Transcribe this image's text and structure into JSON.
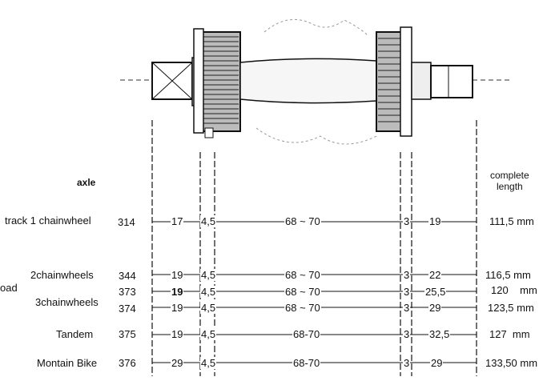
{
  "headers": {
    "axle": "axle",
    "complete": "complete",
    "length": "length"
  },
  "group_label": "oad",
  "rows": [
    {
      "name": "track 1 chainwheel",
      "code": "314",
      "a": "17",
      "b": "4,5",
      "c": "68 ~ 70",
      "d": "3",
      "e": "19",
      "len": "111,5 mm"
    },
    {
      "name": "2chainwheels",
      "code": "344",
      "a": "19",
      "b": "4,5",
      "c": "68 ~ 70",
      "d": "3",
      "e": "22",
      "len": "116,5 mm"
    },
    {
      "name": "",
      "code": "373",
      "a": "19",
      "b": "4,5",
      "c": "68 ~ 70",
      "d": "3",
      "e": "25,5",
      "len": "120    mm"
    },
    {
      "name": "3chainwheels",
      "code": "374",
      "a": "19",
      "b": "4,5",
      "c": "68 ~ 70",
      "d": "3",
      "e": "29",
      "len": "123,5 mm"
    },
    {
      "name": "Tandem",
      "code": "375",
      "a": "19",
      "b": "4,5",
      "c": "68-70",
      "d": "3",
      "e": "32,5",
      "len": "127  mm"
    },
    {
      "name": "Montain Bike",
      "code": "376",
      "a": "29",
      "b": "4,5",
      "c": "68-70",
      "d": "3",
      "e": "29",
      "len": "133,50 mm"
    }
  ]
}
